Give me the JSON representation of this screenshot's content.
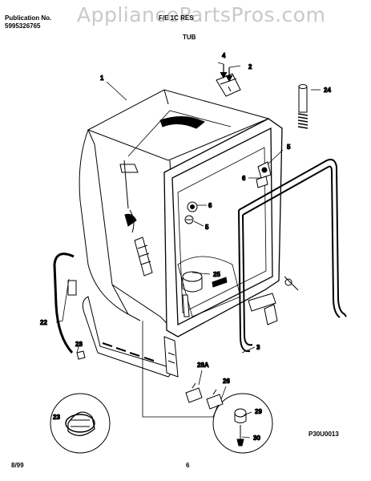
{
  "header": {
    "publication_label": "Publication No.",
    "publication_number": "5995326765",
    "model": "F/E 1C RES",
    "section": "TUB"
  },
  "watermark": "AppliancePartsPros.com",
  "callouts": {
    "c1": "1",
    "c2": "2",
    "c3": "3",
    "c4": "4",
    "c5a": "5",
    "c5b": "5",
    "c6a": "6",
    "c6b": "6",
    "c22": "22",
    "c23a": "23",
    "c23b": "23",
    "c24": "24",
    "c25": "25",
    "c26": "26",
    "c28a": "28A",
    "c29": "29",
    "c30": "30"
  },
  "diagram_code": "P30U0013",
  "footer": {
    "date": "8/99",
    "page": "6"
  }
}
